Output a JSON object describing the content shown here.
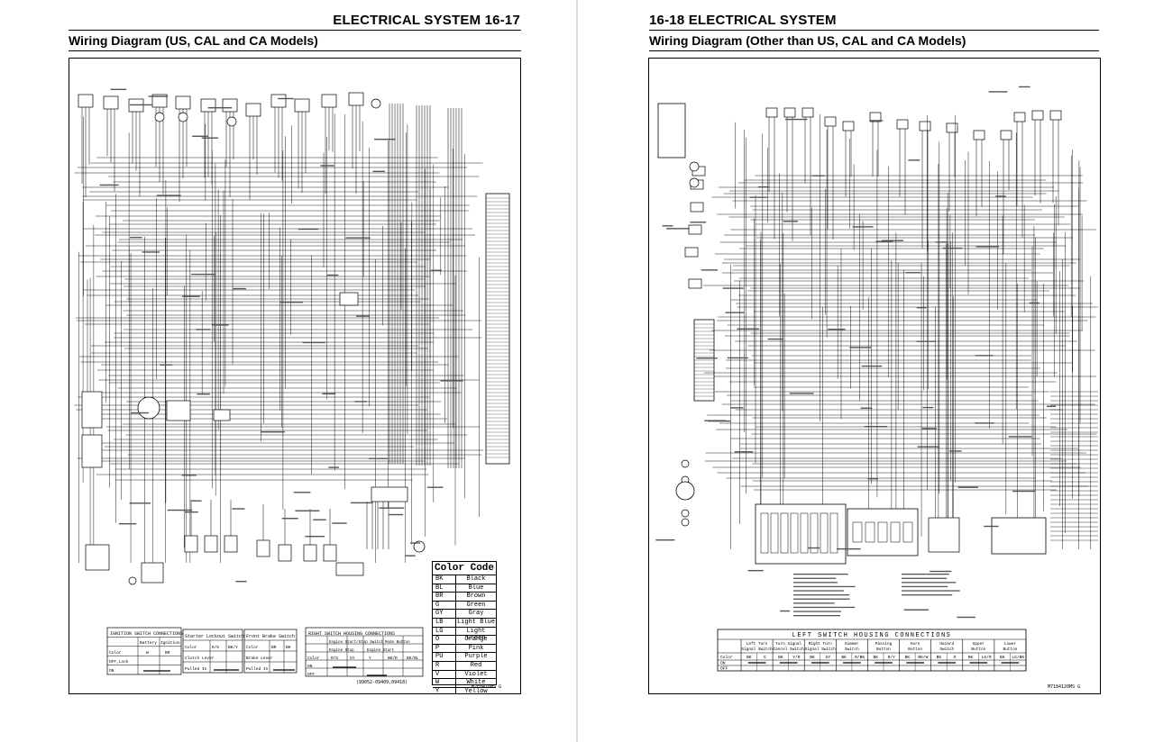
{
  "left_page": {
    "header": "ELECTRICAL SYSTEM 16-17",
    "subtitle": "Wiring Diagram (US, CAL and CA Models)",
    "drawing_code": "M2E0410MS G",
    "part_number": "(99052-09409,09418)",
    "color_code": {
      "title": "Color Code",
      "entries": [
        {
          "code": "BK",
          "name": "Black"
        },
        {
          "code": "BL",
          "name": "Blue"
        },
        {
          "code": "BR",
          "name": "Brown"
        },
        {
          "code": "G",
          "name": "Green"
        },
        {
          "code": "GY",
          "name": "Gray"
        },
        {
          "code": "LB",
          "name": "Light Blue"
        },
        {
          "code": "LG",
          "name": "Light Green"
        },
        {
          "code": "O",
          "name": "Orange"
        },
        {
          "code": "P",
          "name": "Pink"
        },
        {
          "code": "PU",
          "name": "Purple"
        },
        {
          "code": "R",
          "name": "Red"
        },
        {
          "code": "V",
          "name": "Violet"
        },
        {
          "code": "W",
          "name": "White"
        },
        {
          "code": "Y",
          "name": "Yellow"
        }
      ]
    },
    "connection_tables": {
      "ignition": {
        "title": "IGNITION SWITCH CONNECTIONS",
        "cols": [
          "Battery",
          "Ignition"
        ],
        "codes": [
          "W",
          "BR"
        ],
        "rows": [
          "Color",
          "OFF,Lock",
          "ON"
        ]
      },
      "starter_lockout": {
        "title": "Starter Lockout Switch",
        "codes": [
          "R/G",
          "BK/Y"
        ],
        "rows": [
          "Color",
          "Clutch Lever",
          "Pulled In"
        ]
      },
      "front_brake": {
        "title": "Front Brake Switch",
        "codes": [
          "BR",
          "BK"
        ],
        "rows": [
          "Color",
          "Brake Lever",
          "Pulled In"
        ]
      },
      "right_switch": {
        "title": "RIGHT SWITCH HOUSING CONNECTIONS",
        "groups": [
          "Engine Start/Stop Switch",
          "Mode Button"
        ],
        "sub": [
          "Engine Stop",
          "Engine Start"
        ],
        "codes": [
          "R/G",
          "GY",
          "Y",
          "BK/R",
          "BK/BL"
        ],
        "rows": [
          "Color",
          "ON",
          "OFF"
        ]
      }
    }
  },
  "right_page": {
    "header": "16-18 ELECTRICAL SYSTEM",
    "subtitle": "Wiring Diagram (Other than US, CAL and CA Models)",
    "drawing_code": "M7184120MS G",
    "left_switch_table": {
      "title": "LEFT SWITCH HOUSING CONNECTIONS",
      "headers": [
        "Left Turn Signal Switch",
        "Turn Signal Cancel Switch",
        "Right Turn Signal Switch",
        "Dimmer Switch",
        "Passing Button",
        "Horn Button",
        "Hazard Switch",
        "Upper Button",
        "Lower Button"
      ],
      "codes": [
        "BK",
        "G",
        "BK",
        "Y/R",
        "BK",
        "GY",
        "BK",
        "R/BK",
        "BK",
        "R/Y",
        "BK",
        "BK/W",
        "BK",
        "O",
        "BK",
        "LG/R",
        "BK",
        "LG/BK"
      ],
      "rows": [
        "Color",
        "ON",
        "OFF"
      ]
    }
  },
  "colors": {
    "ink": "#000000",
    "paper": "#ffffff",
    "gutter": "#d9d9d9"
  }
}
